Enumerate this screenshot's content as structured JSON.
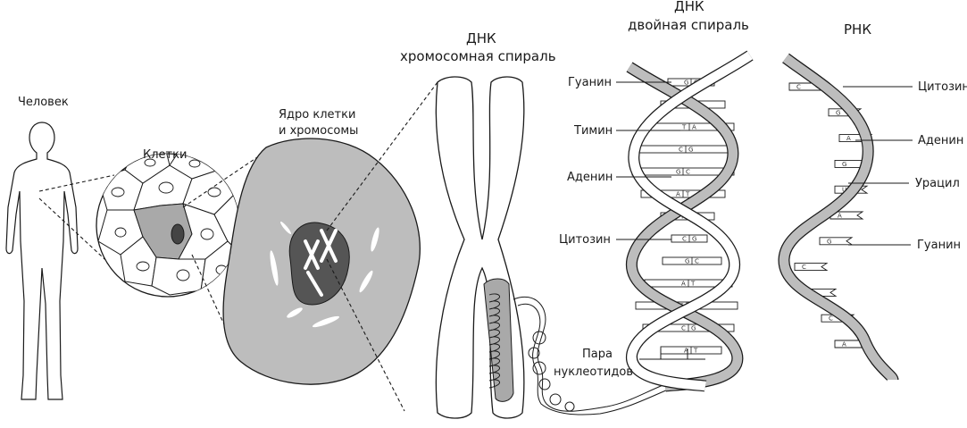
{
  "labels": {
    "human": "Человек",
    "cells": "Клетки",
    "nucleus_line1": "Ядро клетки",
    "nucleus_line2": "и хромосомы",
    "dna_chrom_line1": "ДНК",
    "dna_chrom_line2": "хромосомная спираль",
    "dna_double_line1": "ДНК",
    "dna_double_line2": "двойная спираль",
    "rna": "РНК",
    "pair_line1": "Пара",
    "pair_line2": "нуклеотидов"
  },
  "dna_bases": {
    "guanine": "Гуанин",
    "thymine": "Тимин",
    "adenine": "Аденин",
    "cytosine": "Цитозин"
  },
  "rna_bases": {
    "cytosine": "Цитозин",
    "adenine": "Аденин",
    "uracil": "Урацил",
    "guanine": "Гуанин"
  },
  "dna_rungs": [
    [
      "G",
      "C"
    ],
    [
      "A",
      "T"
    ],
    [
      "T",
      "A"
    ],
    [
      "C",
      "G"
    ],
    [
      "G",
      "C"
    ],
    [
      "A",
      "T"
    ],
    [
      "T",
      "A"
    ],
    [
      "C",
      "G"
    ],
    [
      "G",
      "C"
    ],
    [
      "A",
      "T"
    ],
    [
      "T",
      "A"
    ],
    [
      "C",
      "G"
    ],
    [
      "A",
      "T"
    ]
  ],
  "rna_rungs": [
    "C",
    "G",
    "A",
    "G",
    "U",
    "A",
    "G",
    "C",
    "U",
    "C",
    "A"
  ],
  "colors": {
    "gray_fill": "#bdbdbd",
    "dark_fill": "#555555",
    "line": "#1a1a1a"
  }
}
